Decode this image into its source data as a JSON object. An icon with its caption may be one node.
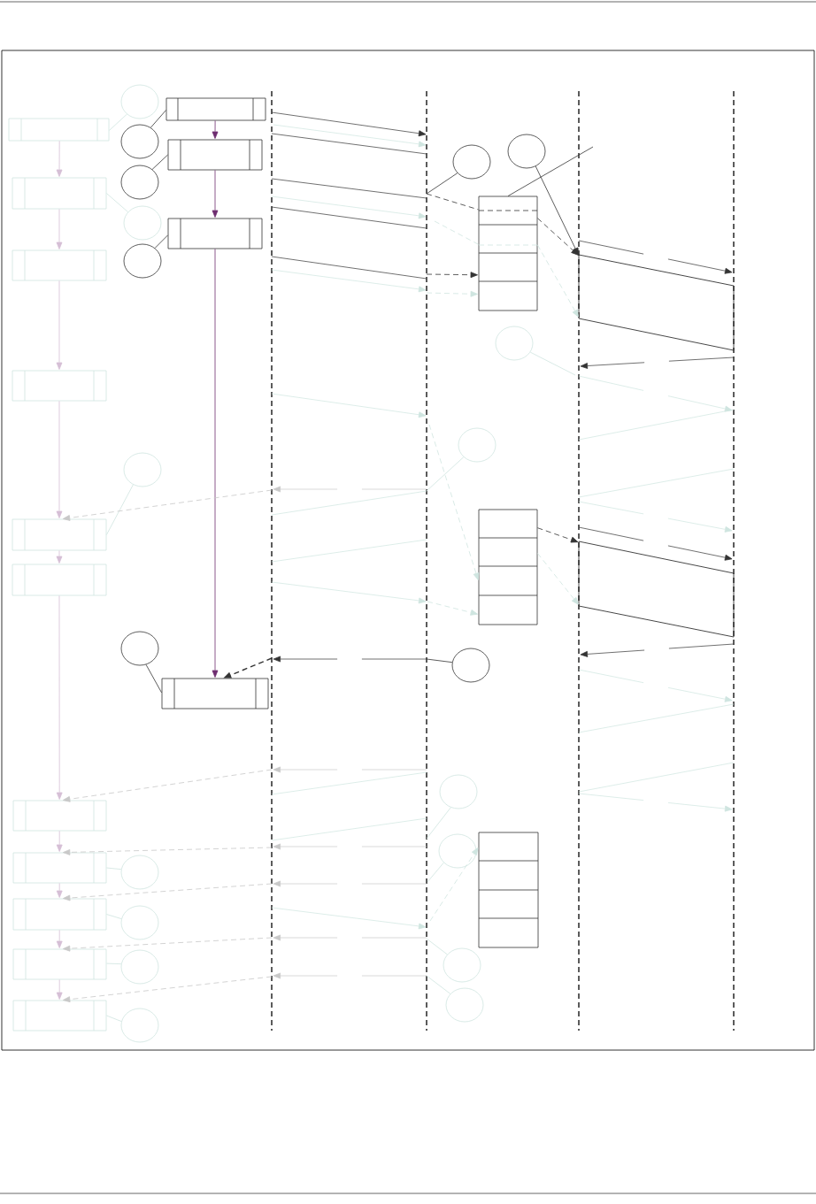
{
  "diagram": {
    "nodes": [
      {
        "text": [],
        "shape": "box"
      },
      {
        "text": [],
        "shape": "circle"
      },
      {
        "text": [],
        "shape": "box"
      },
      {
        "text": [],
        "shape": "circle"
      },
      {
        "text": [],
        "shape": "circle"
      },
      {
        "text": [],
        "shape": "box"
      },
      {
        "text": [],
        "shape": "box"
      },
      {
        "text": [],
        "shape": "circle"
      },
      {
        "text": [],
        "shape": "box"
      },
      {
        "text": [],
        "shape": "circle"
      },
      {
        "text": [],
        "shape": "box"
      },
      {
        "text": [],
        "shape": "circle"
      },
      {
        "text": [],
        "shape": "circle"
      },
      {
        "text": [],
        "shape": "box"
      },
      {
        "text": [],
        "shape": "circle"
      },
      {
        "text": [],
        "shape": "box"
      },
      {
        "text": [],
        "shape": "circle"
      },
      {
        "text": [],
        "shape": "circle"
      },
      {
        "text": [],
        "shape": "box"
      },
      {
        "text": [],
        "shape": "box"
      },
      {
        "text": [],
        "shape": "box"
      },
      {
        "text": [],
        "shape": "circle"
      },
      {
        "text": [],
        "shape": "box"
      },
      {
        "text": [],
        "shape": "circle"
      },
      {
        "text": [],
        "shape": "circle"
      },
      {
        "text": [],
        "shape": "box"
      },
      {
        "text": [],
        "shape": "circle"
      },
      {
        "text": [],
        "shape": "box"
      },
      {
        "text": [],
        "shape": "box"
      },
      {
        "text": [],
        "shape": "circle"
      },
      {
        "text": [],
        "shape": "box"
      },
      {
        "text": [],
        "shape": "circle"
      },
      {
        "text": [],
        "shape": "circle"
      },
      {
        "text": [],
        "shape": "box"
      },
      {
        "text": [],
        "shape": "circle"
      },
      {
        "text": [],
        "shape": "circle"
      },
      {
        "text": [],
        "shape": "box"
      },
      {
        "text": [],
        "shape": "circle"
      },
      {
        "text": [],
        "shape": "parallelogram"
      },
      {
        "text": [],
        "shape": "parallelogram"
      }
    ],
    "edges": [
      {
        "from": 0,
        "to": 6,
        "arrow": "to",
        "color": "#d6bfd6"
      },
      {
        "from": 6,
        "to": 10,
        "arrow": "to",
        "color": "#d6bfd6"
      },
      {
        "from": 10,
        "to": 15,
        "arrow": "to",
        "color": "#d6bfd6"
      },
      {
        "from": 15,
        "to": 18,
        "arrow": "to",
        "color": "#d6bfd6"
      },
      {
        "from": 18,
        "to": 20,
        "arrow": "to",
        "color": "#d6bfd6"
      },
      {
        "from": 20,
        "to": 25,
        "arrow": "to",
        "color": "#d6bfd6"
      },
      {
        "from": 25,
        "to": 28,
        "arrow": "to",
        "color": "#d6bfd6"
      },
      {
        "from": 28,
        "to": 30,
        "arrow": "to",
        "color": "#d6bfd6"
      },
      {
        "from": 30,
        "to": 33,
        "arrow": "to",
        "color": "#d6bfd6"
      },
      {
        "from": 33,
        "to": 36,
        "arrow": "to",
        "color": "#d6bfd6"
      },
      {
        "from": 2,
        "to": 5,
        "arrow": "to",
        "color": "#6e2d70"
      },
      {
        "from": 5,
        "to": 8,
        "arrow": "to",
        "color": "#6e2d70"
      },
      {
        "from": 8,
        "to": 22,
        "arrow": "to",
        "color": "#6e2d70"
      },
      {
        "from": 1,
        "to": 0,
        "arrow": "none",
        "color": "#cfe5e0"
      },
      {
        "from": 3,
        "to": 2,
        "arrow": "none",
        "color": "#333333"
      },
      {
        "from": 4,
        "to": 5,
        "arrow": "none",
        "color": "#333333"
      },
      {
        "from": 7,
        "to": 6,
        "arrow": "none",
        "color": "#cfe5e0"
      },
      {
        "from": 9,
        "to": 8,
        "arrow": "none",
        "color": "#333333"
      },
      {
        "from": 11,
        "to": null,
        "arrow": "none",
        "color": "#333333"
      },
      {
        "from": 12,
        "to": 38,
        "arrow": "to",
        "color": "#333333"
      },
      {
        "from": 13,
        "to": null,
        "arrow": "none",
        "color": "#333333"
      },
      {
        "from": null,
        "to": 13,
        "arrow": "none",
        "style": "dashed",
        "color": "#333333"
      },
      {
        "from": 13,
        "to": 38,
        "arrow": "to",
        "style": "dashed",
        "color": "#333333"
      },
      {
        "from": null,
        "to": 13,
        "arrow": "to",
        "style": "dashed",
        "color": "#333333"
      },
      {
        "from": null,
        "to": 13,
        "arrow": "to",
        "style": "dashed",
        "color": "#cfe5e0"
      },
      {
        "from": null,
        "to": 13,
        "arrow": "none",
        "style": "dashed",
        "color": "#cfe5e0"
      },
      {
        "from": 13,
        "to": 38,
        "arrow": "to",
        "style": "dashed",
        "color": "#cfe5e0"
      },
      {
        "from": 14,
        "to": null,
        "arrow": "none",
        "color": "#cfe5e0"
      },
      {
        "from": 16,
        "to": null,
        "arrow": "none",
        "color": "#cfe5e0"
      },
      {
        "from": 17,
        "to": 18,
        "arrow": "none",
        "color": "#cfe5e0"
      },
      {
        "from": null,
        "to": 18,
        "arrow": "to",
        "style": "dashed",
        "color": "#c8c8c8"
      },
      {
        "from": null,
        "to": 19,
        "arrow": "to",
        "style": "dashed",
        "color": "#cfe5e0"
      },
      {
        "from": null,
        "to": 19,
        "arrow": "to",
        "style": "dashed",
        "color": "#cfe5e0"
      },
      {
        "from": 19,
        "to": 39,
        "arrow": "to",
        "style": "dashed",
        "color": "#333333"
      },
      {
        "from": 19,
        "to": 39,
        "arrow": "to",
        "style": "dashed",
        "color": "#cfe5e0"
      },
      {
        "from": 21,
        "to": 22,
        "arrow": "none",
        "color": "#333333"
      },
      {
        "from": null,
        "to": 22,
        "arrow": "to",
        "style": "dashed",
        "color": "#333333"
      },
      {
        "from": 23,
        "to": null,
        "arrow": "none",
        "color": "#333333"
      },
      {
        "from": 24,
        "to": null,
        "arrow": "none",
        "color": "#cfe5e0"
      },
      {
        "from": null,
        "to": 25,
        "arrow": "to",
        "style": "dashed",
        "color": "#c8c8c8"
      },
      {
        "from": 26,
        "to": null,
        "arrow": "none",
        "color": "#cfe5e0"
      },
      {
        "from": null,
        "to": 28,
        "arrow": "to",
        "style": "dashed",
        "color": "#c8c8c8"
      },
      {
        "from": null,
        "to": 30,
        "arrow": "to",
        "style": "dashed",
        "color": "#c8c8c8"
      },
      {
        "from": null,
        "to": 27,
        "arrow": "to",
        "style": "dashed",
        "color": "#cfe5e0"
      },
      {
        "from": 29,
        "to": 28,
        "arrow": "none",
        "color": "#cfe5e0"
      },
      {
        "from": 31,
        "to": 30,
        "arrow": "none",
        "color": "#cfe5e0"
      },
      {
        "from": 32,
        "to": null,
        "arrow": "none",
        "color": "#cfe5e0"
      },
      {
        "from": null,
        "to": 33,
        "arrow": "to",
        "style": "dashed",
        "color": "#c8c8c8"
      },
      {
        "from": 34,
        "to": 33,
        "arrow": "none",
        "color": "#cfe5e0"
      },
      {
        "from": 35,
        "to": null,
        "arrow": "none",
        "color": "#cfe5e0"
      },
      {
        "from": null,
        "to": 36,
        "arrow": "to",
        "style": "dashed",
        "color": "#c8c8c8"
      },
      {
        "from": 37,
        "to": 36,
        "arrow": "none",
        "color": "#cfe5e0"
      }
    ]
  }
}
